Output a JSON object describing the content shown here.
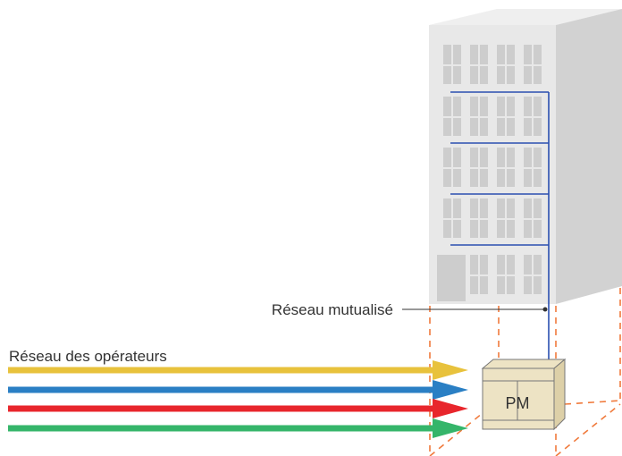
{
  "labels": {
    "shared_network": "Réseau mutualisé",
    "operators_network": "Réseau des opérateurs",
    "pm": "PM"
  },
  "colors": {
    "building_front": "#e8e8e8",
    "building_side": "#d2d2d2",
    "building_top": "#efefef",
    "window": "#cdcdcd",
    "fiber": "#2a4fb0",
    "dashed": "#f07a3c",
    "cabinet_front": "#ede3c4",
    "cabinet_side": "#ddd0a8",
    "cabinet_stroke": "#777777",
    "text": "#333333"
  },
  "operator_arrows": [
    {
      "color": "#e8c23c"
    },
    {
      "color": "#2a7fc4"
    },
    {
      "color": "#e8262c"
    },
    {
      "color": "#35b56a"
    }
  ]
}
